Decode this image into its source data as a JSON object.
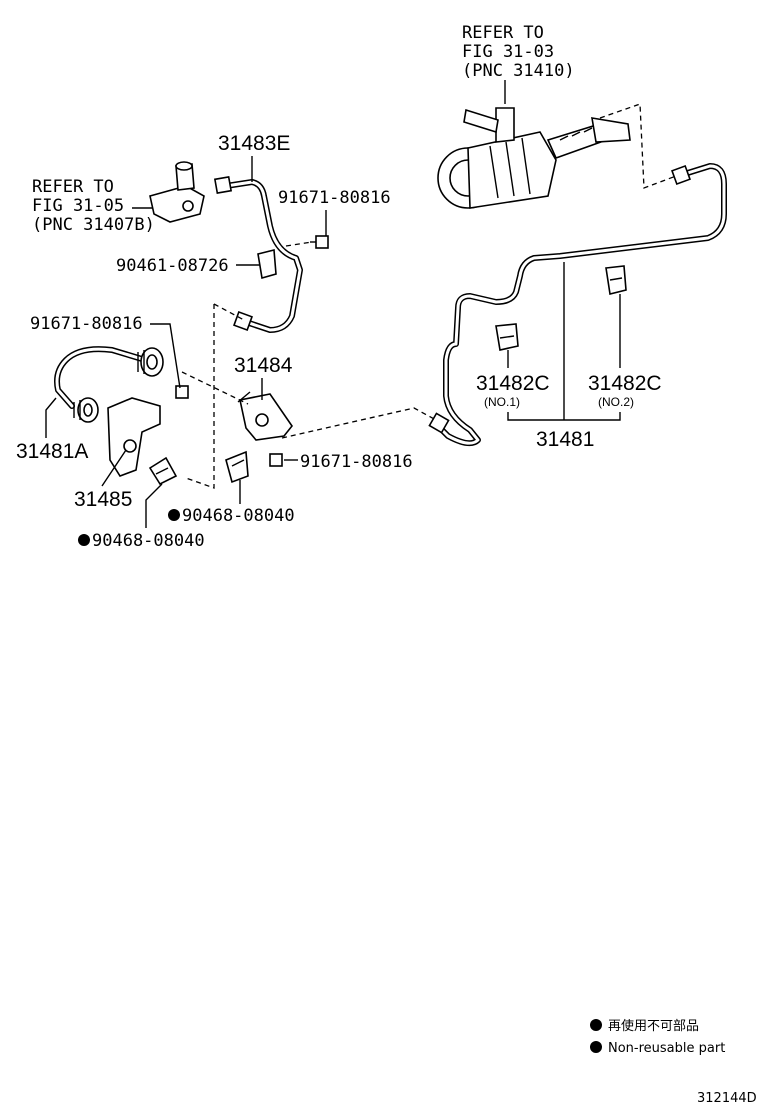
{
  "refs": {
    "ref_31_03": [
      "REFER TO",
      "FIG 31-03",
      "(PNC 31410)"
    ],
    "ref_31_05": [
      "REFER TO",
      "FIG 31-05",
      "(PNC 31407B)"
    ]
  },
  "labels": {
    "p31483E": "31483E",
    "p91671_a": "91671-80816",
    "p90461": "90461-08726",
    "p91671_b": "91671-80816",
    "p31484": "31484",
    "p31481A": "31481A",
    "p31485": "31485",
    "p91671_c": "91671-80816",
    "p90468_a": "90468-08040",
    "p90468_b": "90468-08040",
    "p31482C_1": "31482C",
    "p31482C_1_sub": "(NO.1)",
    "p31482C_2": "31482C",
    "p31482C_2_sub": "(NO.2)",
    "p31481": "31481"
  },
  "legend": {
    "jp": "再使用不可部品",
    "en": "Non-reusable part"
  },
  "figure_id": "312144D"
}
